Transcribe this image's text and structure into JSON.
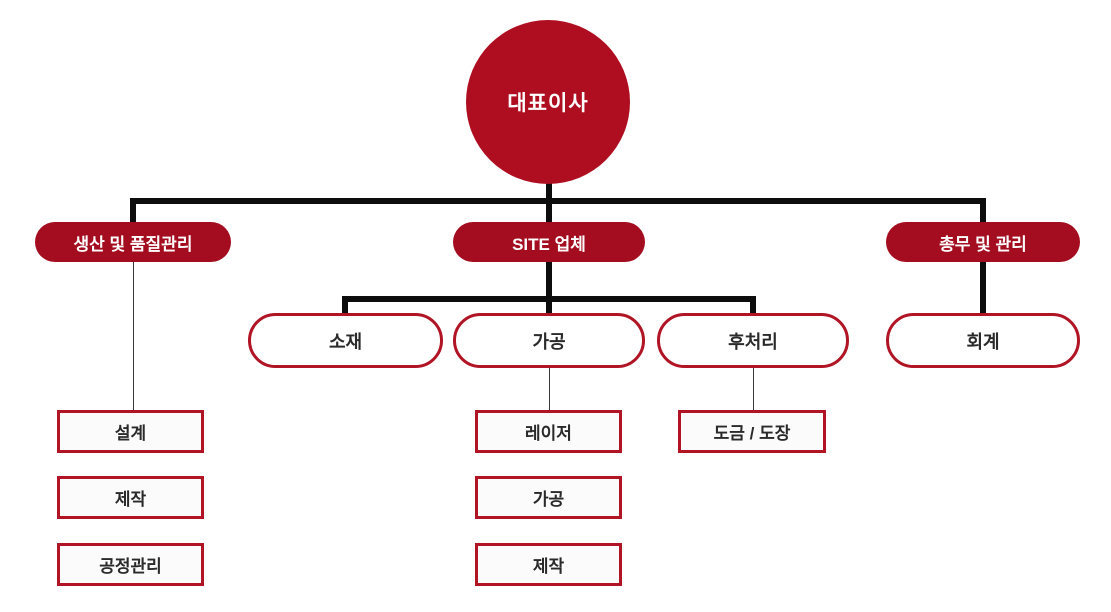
{
  "org": {
    "root": {
      "label": "대표이사"
    },
    "departments": [
      "생산 및 품질관리",
      "SITE 업체",
      "총무 및 관리"
    ],
    "groups": [
      "소재",
      "가공",
      "후처리",
      "회계"
    ],
    "tasks": {
      "production_quality": [
        "설계",
        "제작",
        "공정관리"
      ],
      "processing": [
        "레이저",
        "가공",
        "제작"
      ],
      "post_processing": [
        "도금 / 도장"
      ]
    },
    "colors": {
      "circle_red": "#AE0E20",
      "node_red": "#A30D1F",
      "outline_red": "#B01425",
      "connector_black": "#0D0D0D",
      "text_dark": "#2A2A2A",
      "text_white": "#FFFFFF",
      "background": "#FFFFFF"
    }
  }
}
